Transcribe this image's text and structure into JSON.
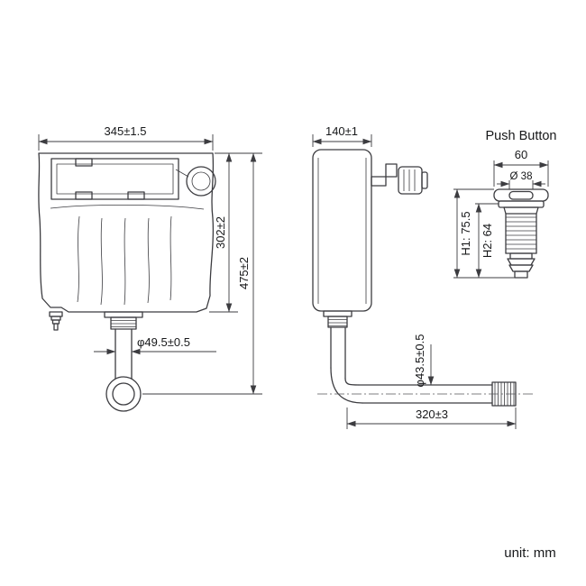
{
  "unit_label": "unit: mm",
  "front_view": {
    "width": "345±1.5",
    "body_height": "302±2",
    "total_height": "475±2",
    "outlet_diameter": "φ49.5±0.5"
  },
  "side_view": {
    "depth": "140±1",
    "pipe_diameter": "φ43.5±0.5",
    "pipe_length": "320±3"
  },
  "push_button": {
    "title": "Push Button",
    "width": "60",
    "diameter": "Ø 38",
    "h1": "H1: 75.5",
    "h2": "H2: 64"
  },
  "colors": {
    "line": "#3c3c40",
    "text": "#17181a",
    "background": "#ffffff"
  }
}
